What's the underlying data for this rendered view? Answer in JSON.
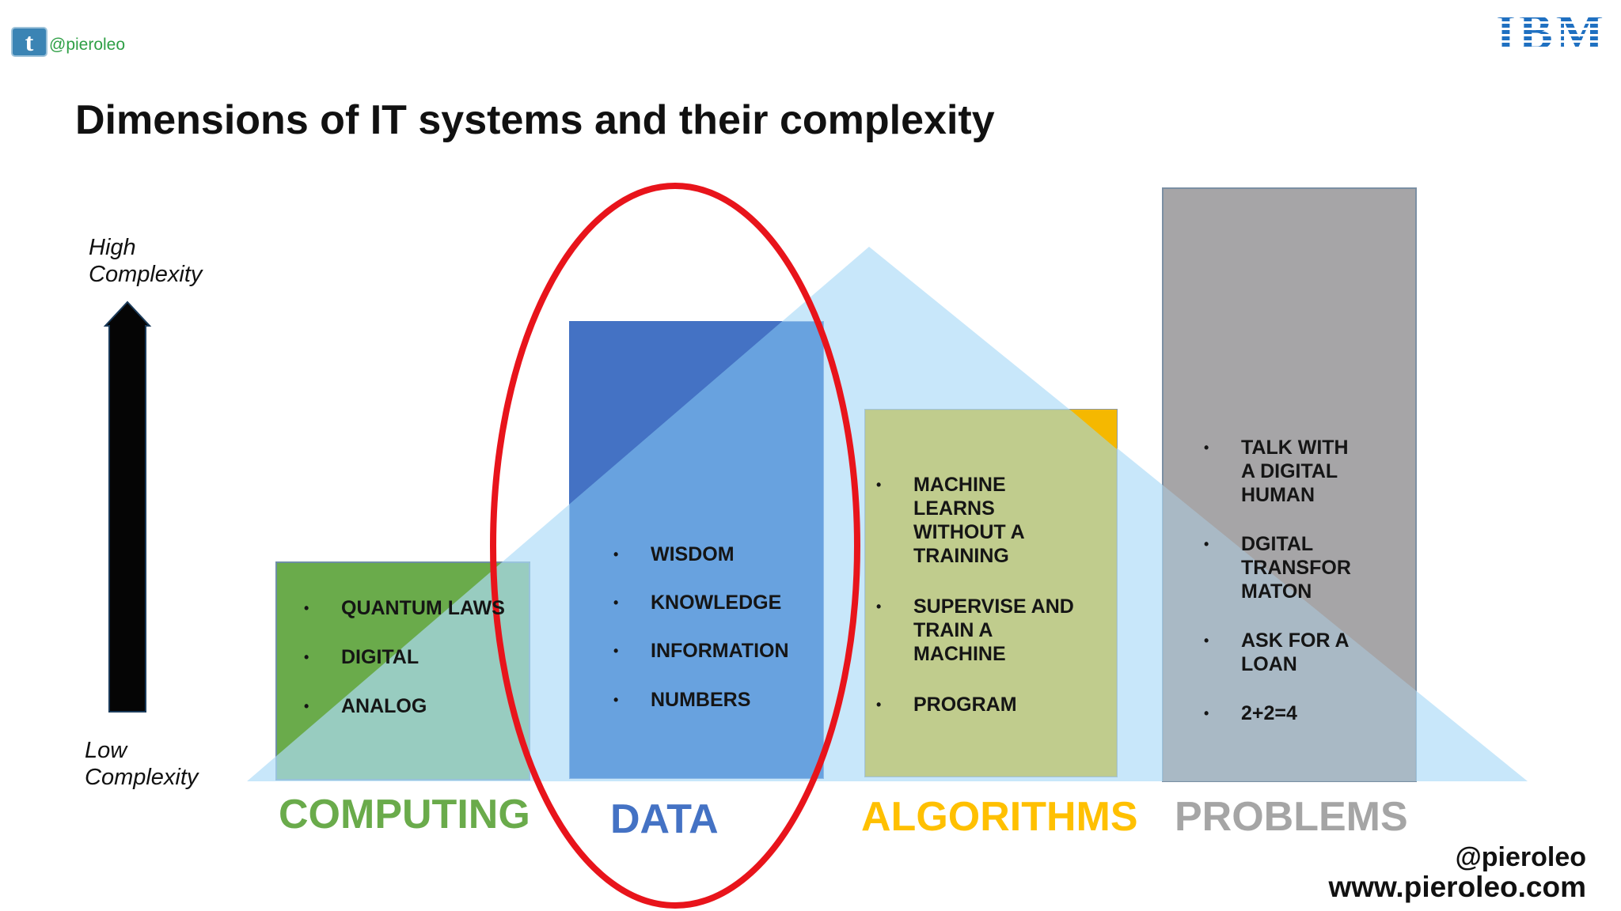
{
  "header": {
    "twitter_handle": "@pieroleo",
    "twitter_icon": "twitter-bird-icon",
    "logo_text": "IBM",
    "title": "Dimensions of IT systems and their complexity"
  },
  "axis": {
    "high": [
      "High",
      "Complexity"
    ],
    "low": [
      "Low",
      "Complexity"
    ]
  },
  "columns": [
    {
      "label": "COMPUTING",
      "color": "#6aab4b",
      "items": [
        [
          "QUANTUM LAWS"
        ],
        [
          "DIGITAL"
        ],
        [
          "ANALOG"
        ]
      ]
    },
    {
      "label": "DATA",
      "color": "#4472c4",
      "items": [
        [
          "WISDOM"
        ],
        [
          "KNOWLEDGE"
        ],
        [
          "INFORMATION"
        ],
        [
          "NUMBERS"
        ]
      ]
    },
    {
      "label": "ALGORITHMS",
      "color": "#ffc000",
      "items": [
        [
          "MACHINE",
          "LEARNS",
          "WITHOUT A",
          "TRAINING"
        ],
        [
          "SUPERVISE AND",
          "TRAIN A",
          "MACHINE"
        ],
        [
          "PROGRAM"
        ]
      ]
    },
    {
      "label": "PROBLEMS",
      "color": "#a5a5a5",
      "items": [
        [
          "TALK WITH",
          "A DIGITAL",
          "HUMAN"
        ],
        [
          "DGITAL",
          "TRANSFOR",
          "MATON"
        ],
        [
          "ASK FOR A",
          "LOAN"
        ],
        [
          "2+2=4"
        ]
      ]
    }
  ],
  "colors": {
    "triangle": "#bfe3f7",
    "highlight_ellipse": "#e8141b",
    "arrow": "#0a0a0a"
  },
  "footer": {
    "handle": "@pieroleo",
    "site": "www.pieroleo.com"
  }
}
